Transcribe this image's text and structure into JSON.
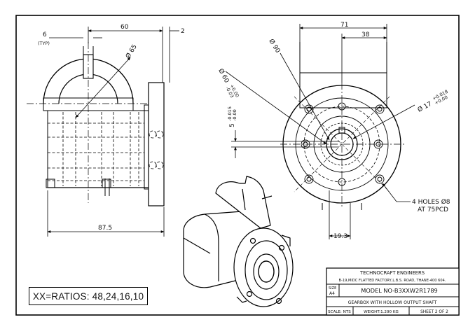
{
  "dimensions": {
    "slot_width": "6",
    "slot_note": "(TYP)",
    "width_60": "60",
    "offset_2": "2",
    "dia_65": "Ø 65",
    "length_87_5": "87.5",
    "width_71": "71",
    "width_38": "38",
    "dia_90": "Ø 90",
    "dia_60": "Ø 60",
    "dia_60_tol_upper": "+0.00",
    "dia_60_tol_lower": "-0.03",
    "key_5": "5",
    "key_5_tol_upper": "-0.015",
    "key_5_tol_lower": "-0.00",
    "dia_17": "Ø 17",
    "dia_17_tol_upper": "+0.018",
    "dia_17_tol_lower": "+0.00",
    "holes_line1": "4 HOLES Ø8",
    "holes_line2": "AT 75PCD",
    "height_19_3": "19.3"
  },
  "ratios_label": "XX=RATIOS: 48,24,16,10",
  "title_block": {
    "company": "TECHNOCRAFT ENGINEERS",
    "address": "B-19,MIDC FLATTED FACTORY,L.B.S. ROAD, THANE-400 604.",
    "size_label": "SIZE",
    "size_value": "A4",
    "model": "MODEL NO-B3XXW2R1789",
    "description": "GEARBOX WITH HOLLOW OUTPUT SHAFT",
    "scale": "SCALE: NTS",
    "weight": "WEIGHT:1.290 KG",
    "sheet": "SHEET 2 OF 2"
  }
}
